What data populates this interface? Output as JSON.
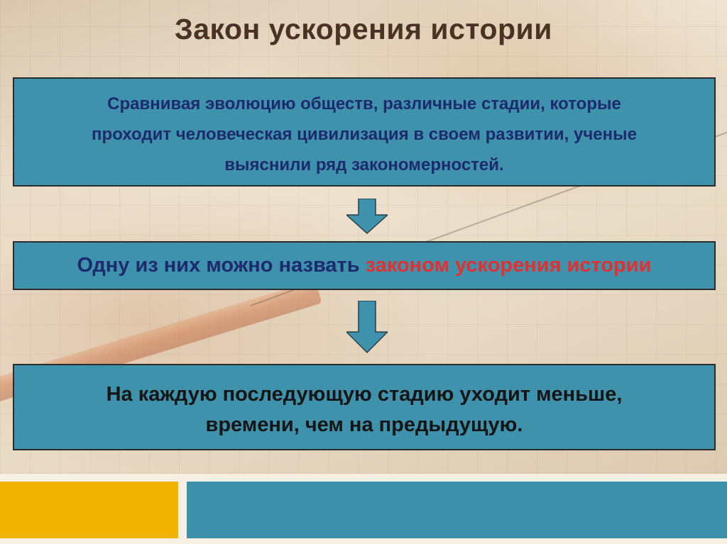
{
  "slide": {
    "title": "Закон ускорения истории",
    "box1": {
      "lines": [
        "Сравнивая эволюцию обществ, различные стадии, которые",
        "проходит человеческая цивилизация в своем развитии, ученые",
        "выяснили ряд закономерностей."
      ]
    },
    "box2": {
      "text_normal": "Одну из них можно назвать ",
      "text_highlight": "законом ускорения истории"
    },
    "box3": {
      "lines": [
        "На каждую последующую стадию уходит меньше,",
        "времени, чем на предыдущую."
      ]
    }
  },
  "colors": {
    "box_fill": "#3f92ab",
    "title_color": "#4a3224",
    "text_dark_blue": "#1e2a6e",
    "highlight_red": "#e03030",
    "bar_yellow": "#f2b200",
    "bar_teal": "#3e91aa"
  }
}
